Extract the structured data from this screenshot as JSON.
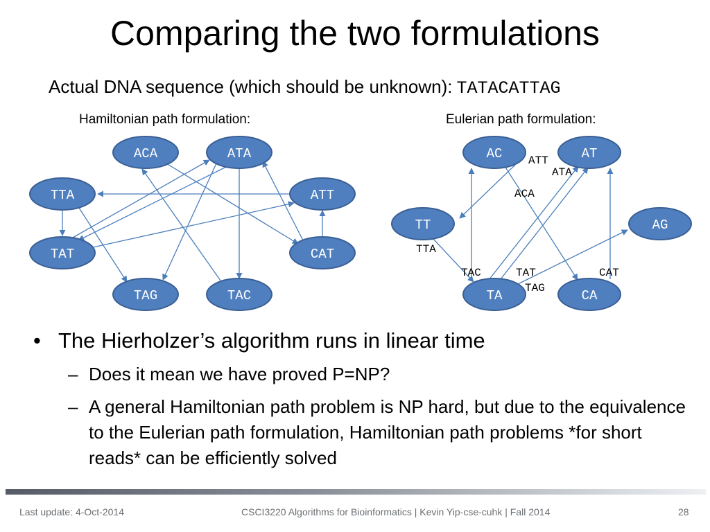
{
  "title": "Comparing the two formulations",
  "sequence_line": {
    "label": "Actual DNA sequence (which should be unknown):",
    "sequence": "TATACATTAG"
  },
  "hamiltonian": {
    "caption": "Hamiltonian path formulation:",
    "nodes": {
      "aca": "ACA",
      "ata": "ATA",
      "tta": "TTA",
      "att": "ATT",
      "tat": "TAT",
      "cat": "CAT",
      "tag": "TAG",
      "tac": "TAC"
    }
  },
  "eulerian": {
    "caption": "Eulerian path formulation:",
    "nodes": {
      "ac": "AC",
      "at": "AT",
      "tt": "TT",
      "ag": "AG",
      "ta": "TA",
      "ca": "CA"
    },
    "edge_labels": {
      "att": "ATT",
      "ata": "ATA",
      "aca": "ACA",
      "tta": "TTA",
      "tac": "TAC",
      "tat": "TAT",
      "cat": "CAT",
      "tag": "TAG"
    }
  },
  "bullets": {
    "main": "The Hierholzer’s algorithm runs in linear time",
    "bullet_symbol": "•",
    "dash_symbol": "–",
    "sub1": "Does it mean we have proved P=NP?",
    "sub2": "A general Hamiltonian path problem is NP hard, but due to the equivalence to the Eulerian path formulation, Hamiltonian path problems *for short reads* can be efficiently solved"
  },
  "footer": {
    "left": "Last update: 4-Oct-2014",
    "center": "CSCI3220 Algorithms for Bioinformatics |  Kevin Yip-cse-cuhk | Fall 2014",
    "page": "28"
  }
}
